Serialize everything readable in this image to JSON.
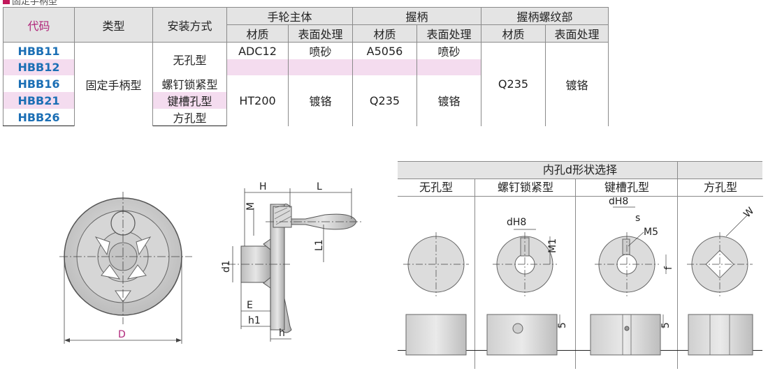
{
  "header": {
    "title": "固定手柄型"
  },
  "table": {
    "head": {
      "code": "代码",
      "type": "类型",
      "mount": "安装方式",
      "group_wheel": "手轮主体",
      "group_grip": "握柄",
      "group_thread": "握柄螺纹部",
      "material": "材质",
      "surface": "表面处理"
    },
    "codes": [
      "HBB11",
      "HBB12",
      "HBB16",
      "HBB21",
      "HBB26"
    ],
    "type_value": "固定手柄型",
    "mount_values": [
      "无孔型",
      "螺钉锁紧型",
      "键槽孔型",
      "方孔型"
    ],
    "wheel_row1": {
      "material": "ADC12",
      "surface": "喷砂"
    },
    "wheel_rest": {
      "material": "HT200",
      "surface": "镀铬"
    },
    "grip_row1": {
      "material": "A5056",
      "surface": "喷砂"
    },
    "grip_rest": {
      "material": "Q235",
      "surface": "镀铬"
    },
    "thread": {
      "material": "Q235",
      "surface": "镀铬"
    }
  },
  "front_view": {
    "dim_D": "D"
  },
  "side_view": {
    "dim_H": "H",
    "dim_L": "L",
    "dim_M": "M",
    "dim_L1": "L1",
    "dim_d1": "d1",
    "dim_E": "E",
    "dim_h1": "h1",
    "dim_h": "h"
  },
  "shape_table": {
    "title": "内孔d形状选择",
    "columns": [
      "无孔型",
      "螺钉锁紧型",
      "键槽孔型",
      "方孔型"
    ],
    "labels": {
      "dH8": "dH8",
      "M1": "M1",
      "s": "s",
      "M5": "M5",
      "f": "f",
      "W": "W",
      "five": "5"
    }
  },
  "colors": {
    "code_header": "#b0267a",
    "code_text": "#1b6fb5",
    "row_highlight": "#f4dcef",
    "header_bg": "#e4e4e4"
  }
}
